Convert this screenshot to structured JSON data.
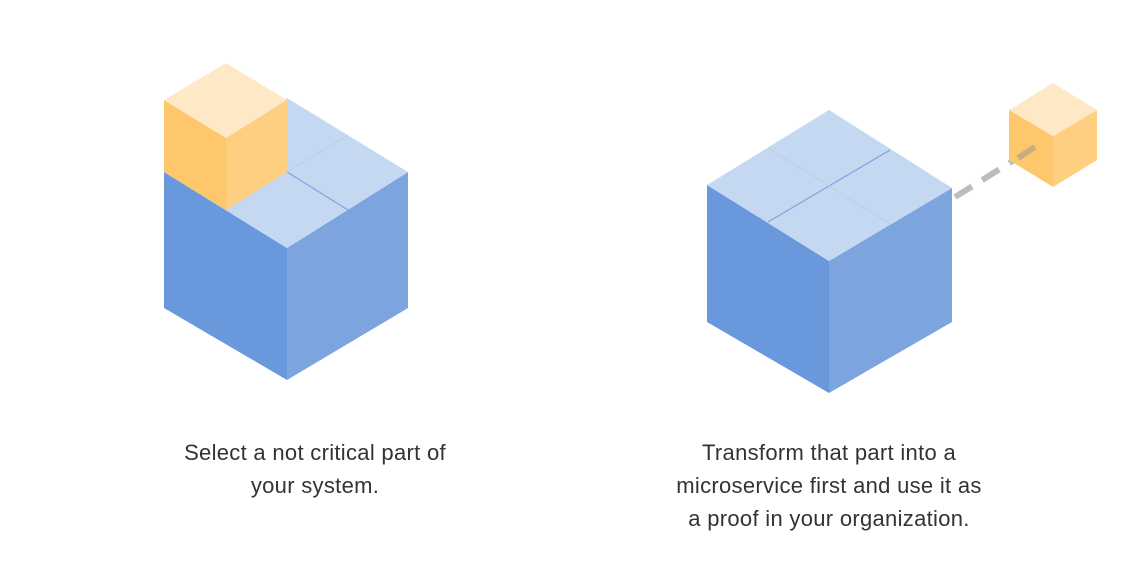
{
  "colors": {
    "blue_top": "#c5d8f1",
    "blue_left": "#6a98dc",
    "blue_right": "#7ca5e0",
    "orange_top": "#fee8c6",
    "orange_left": "#fec76c",
    "orange_right": "#fecf80",
    "connector": "#b8c0bd"
  },
  "steps": [
    {
      "caption_lines": [
        "Select a not critical part of",
        "your system."
      ]
    },
    {
      "caption_lines": [
        "Transform that part into a",
        "microservice first and use it as",
        "a proof in your organization."
      ]
    }
  ]
}
